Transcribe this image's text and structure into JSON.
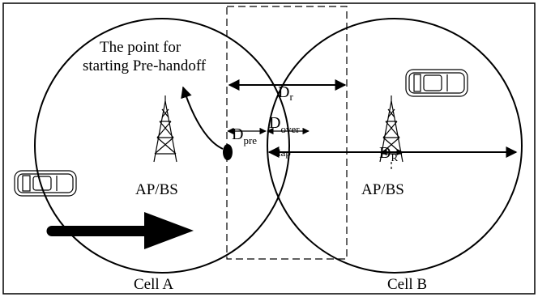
{
  "annotation": {
    "line1": "The point for",
    "line2": "starting Pre-handoff"
  },
  "measurements": {
    "d_r_main": "D",
    "d_r_sub": "r",
    "d_pre_main": "D",
    "d_pre_sub": "pre",
    "d_overlap_main": "D",
    "d_overlap_sub": "over",
    "d_overlap_cont": "lap",
    "d_R_main": "D",
    "d_R_sub": "R"
  },
  "cells": {
    "left_ap_label": "AP/BS",
    "right_ap_label": "AP/BS",
    "left_cell_label": "Cell A",
    "right_cell_label": "Cell B"
  }
}
